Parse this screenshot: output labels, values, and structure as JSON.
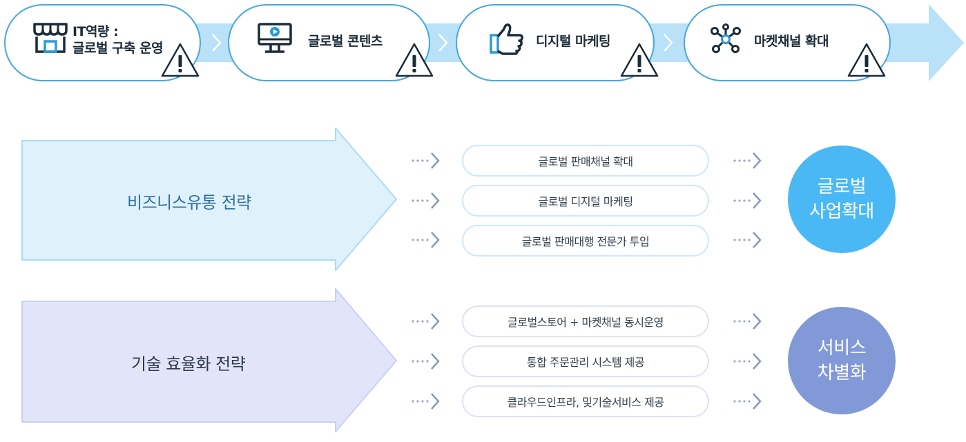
{
  "process": {
    "steps": [
      {
        "label": "IT역량 :\n글로벌 구축 운영",
        "icon": "storefront-icon"
      },
      {
        "label": "글로벌 콘텐츠",
        "icon": "monitor-play-icon"
      },
      {
        "label": "디지털 마케팅",
        "icon": "thumbs-up-icon"
      },
      {
        "label": "마켓채널 확대",
        "icon": "network-icon"
      }
    ]
  },
  "strategies": [
    {
      "title": "비즈니스유통 전략",
      "items": [
        "글로벌 판매채널 확대",
        "글로벌 디지털 마케팅",
        "글로벌 판매대행 전문가 투입"
      ],
      "outcome": "글로벌\n사업확대"
    },
    {
      "title": "기술 효율화 전략",
      "items": [
        "글로벌스토어 + 마켓채널 동시운영",
        "통합 주문관리 시스템 제공",
        "클라우드인프라, 및기술서비스 제공"
      ],
      "outcome": "서비스\n차별화"
    }
  ],
  "colors": {
    "flow_band": "#b9e1f7",
    "step_border": "#46a7de",
    "biz_arrow_fill": "#dff2fc",
    "biz_arrow_border": "#a9dcf6",
    "tech_arrow_fill": "#e2e5fa",
    "tech_arrow_border": "#c9cff3",
    "outcome_biz": "#4ab8f5",
    "outcome_tech": "#8299d8"
  }
}
